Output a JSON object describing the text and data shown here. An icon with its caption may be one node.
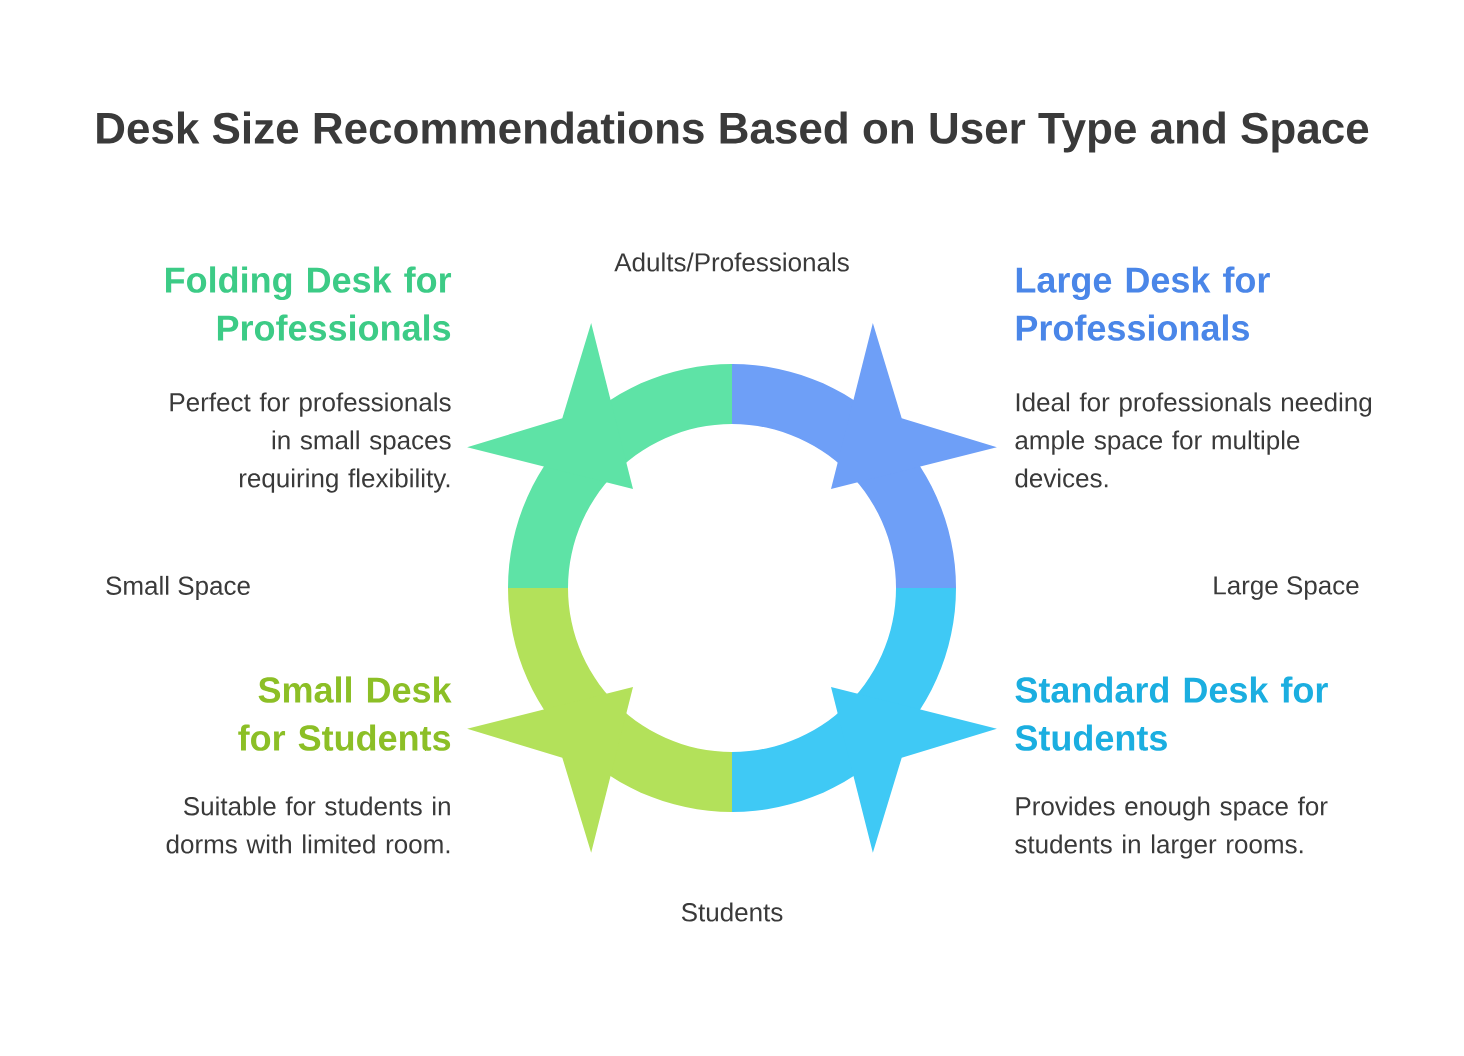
{
  "diagram": {
    "title": "Desk Size Recommendations Based on User Type and Space",
    "labels": [
      "Adults/Professionals",
      "Folding Desk for Professionals",
      "Perfect for professionals in small spaces requiring flexibility.",
      "Large Desk for Professionals",
      "Ideal for professionals needing ample space for multiple devices.",
      "Small Space",
      "Large Space",
      "Small Desk for Students",
      "Suitable for students in dorms with limited room.",
      "Standard Desk for Students",
      "Provides enough space for students in larger rooms.",
      "Students"
    ]
  }
}
